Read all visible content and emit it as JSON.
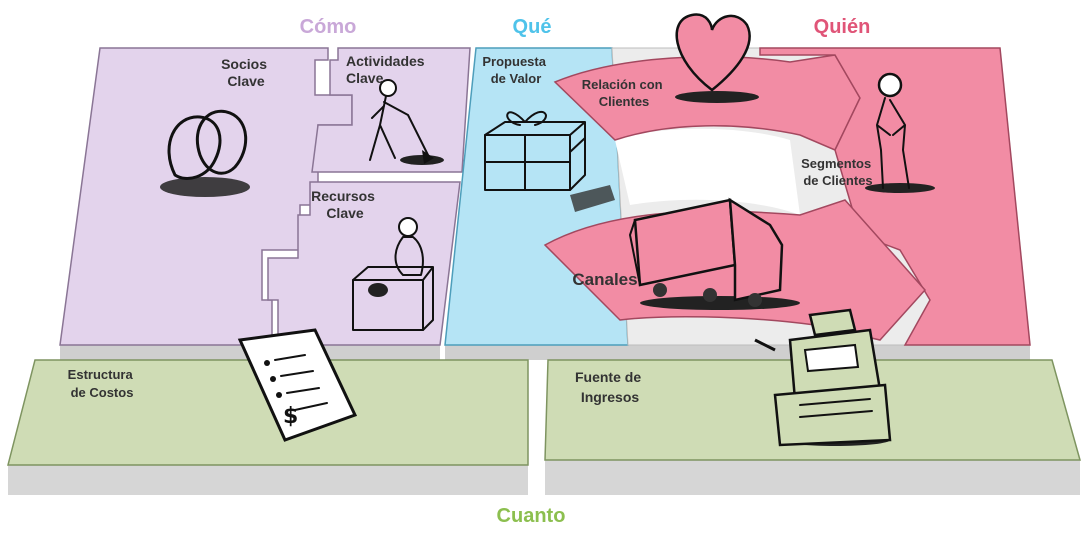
{
  "sections": {
    "como": "Cómo",
    "que": "Qué",
    "quien": "Quién",
    "cuanto": "Cuanto"
  },
  "blocks": {
    "socios_clave": [
      "Socios",
      "Clave"
    ],
    "actividades_clave": [
      "Actividades",
      "Clave"
    ],
    "recursos_clave": [
      "Recursos",
      "Clave"
    ],
    "propuesta_valor": [
      "Propuesta",
      "de Valor"
    ],
    "relacion_clientes": [
      "Relación con",
      "Clientes"
    ],
    "segmentos_clientes": [
      "Segmentos",
      "de Clientes"
    ],
    "canales": "Canales",
    "estructura_costos": [
      "Estructura",
      "de Costos"
    ],
    "fuente_ingresos": [
      "Fuente de",
      "Ingresos"
    ]
  },
  "colors": {
    "como": "#c9a8d8",
    "como_fill": "#e3d3ec",
    "que": "#4fc3ea",
    "que_fill": "#b5e4f5",
    "quien": "#e05578",
    "quien_fill": "#f28ca4",
    "cuanto": "#8cbf4f",
    "cuanto_fill": "#cfdcb5",
    "base": "#d8d8d8"
  },
  "icons": {
    "socios_clave": "chain-links-icon",
    "actividades_clave": "digging-person-icon",
    "recursos_clave": "person-with-box-icon",
    "propuesta_valor": "gift-box-icon",
    "relacion_clientes": "heart-icon",
    "segmentos_clientes": "standing-person-icon",
    "canales": "delivery-truck-icon",
    "estructura_costos": "invoice-icon",
    "fuente_ingresos": "cash-register-icon"
  }
}
